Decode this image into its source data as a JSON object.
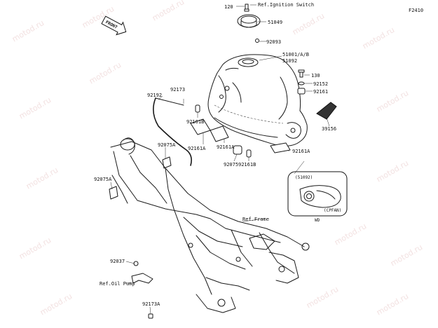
{
  "diagram": {
    "code": "F2410",
    "front_label": "FRONT",
    "watermark": "motod.ru",
    "callouts": {
      "p120": "120",
      "ref_ignition": "Ref.Ignition Switch",
      "p51049": "51049",
      "p92093": "92093",
      "p51001": "51001/A/B",
      "p51092": "51092",
      "p130": "130",
      "p92152": "92152",
      "p92161": "92161",
      "p92192": "92192",
      "p92173": "92173",
      "p92161b_1": "92161B",
      "p39156": "39156",
      "p92075a_1": "92075A",
      "p92161a_1": "92161A",
      "p92161a_2": "92161A",
      "p92161a_3": "92161A",
      "p92075": "92075",
      "p92161b_2": "92161B",
      "p92075a_2": "92075A",
      "ref_frame": "Ref.Frame",
      "p92037": "92037",
      "ref_oil_pump": "Ref.Oil Pump",
      "p92173a": "92173A"
    },
    "inset": {
      "title": "(51092)",
      "tag": "(CPFAN)",
      "code": "WD"
    }
  }
}
